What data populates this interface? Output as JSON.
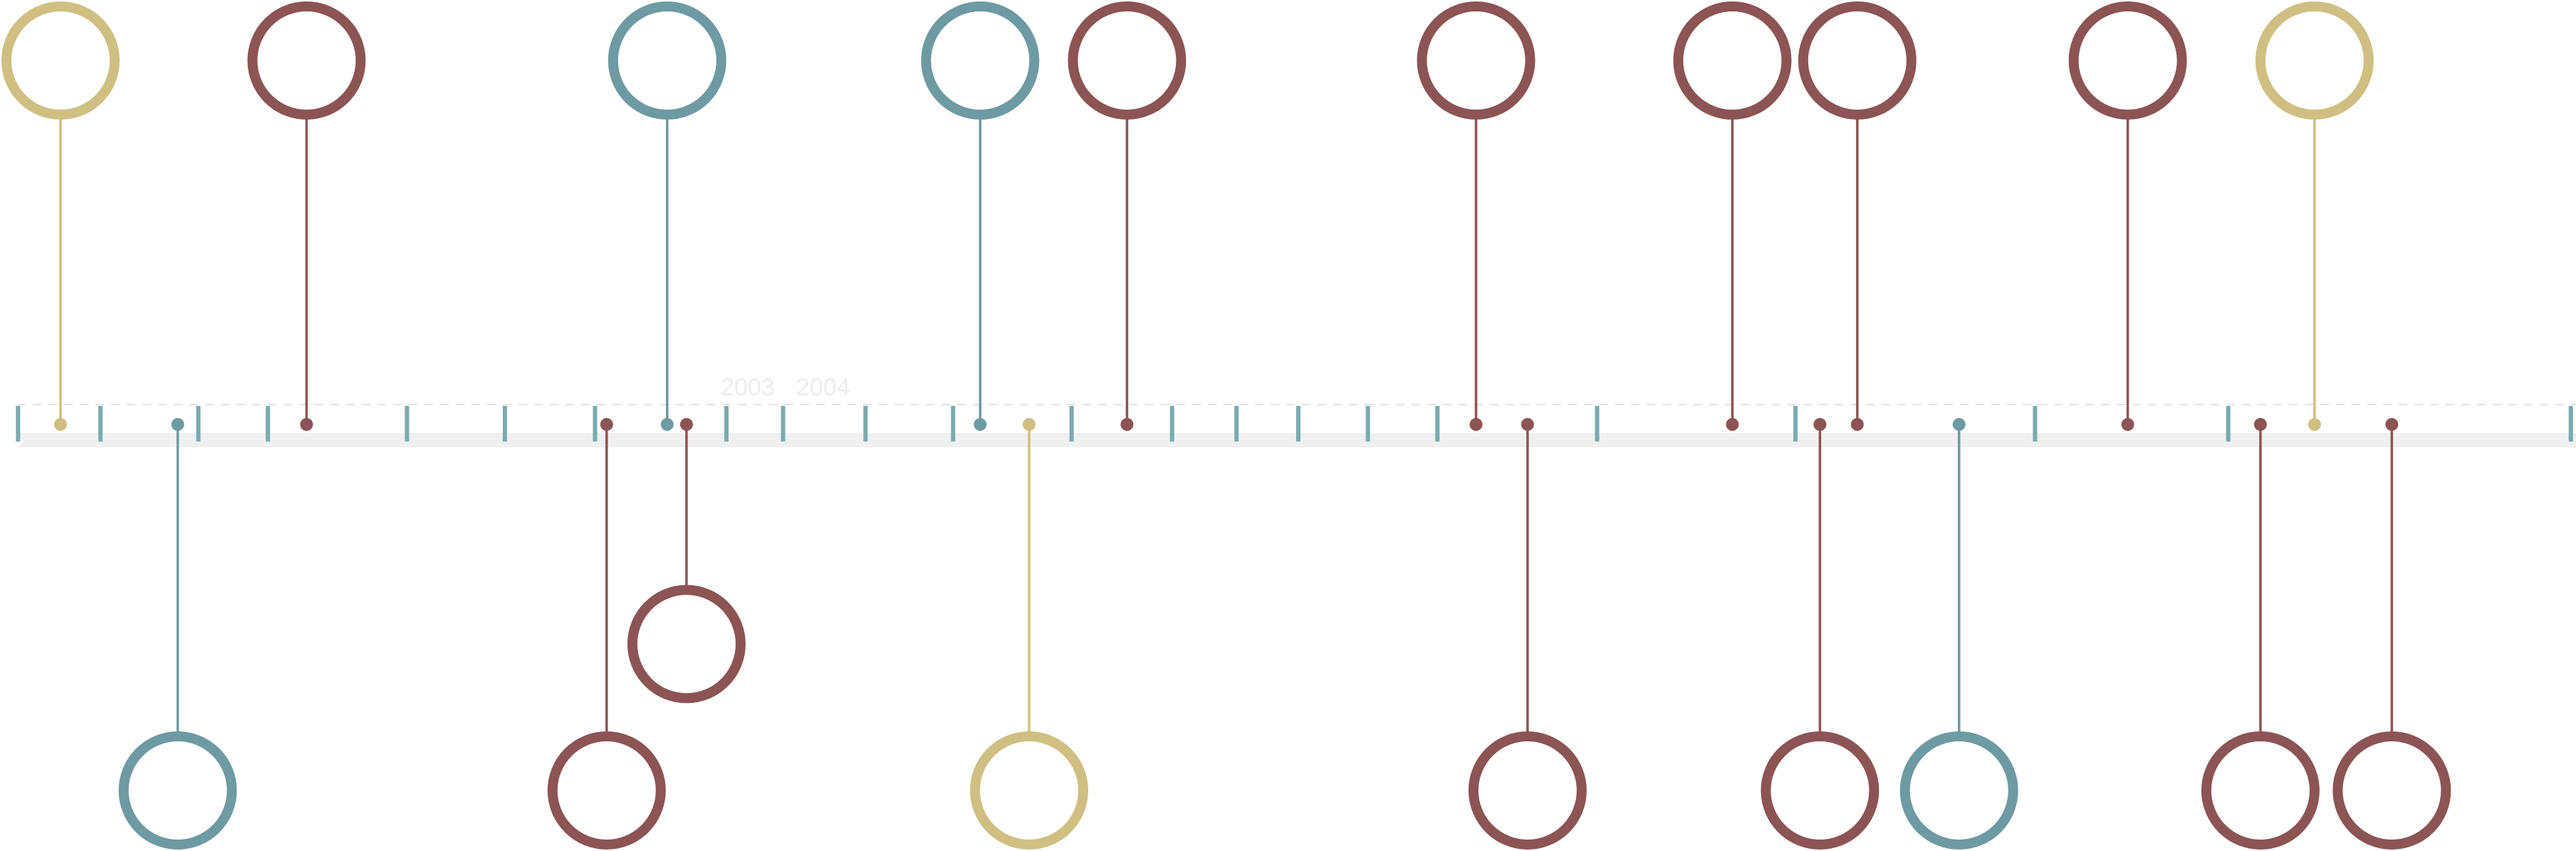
{
  "colors": {
    "maroon": "#8c5454",
    "teal": "#6e9aa3",
    "gold": "#d0bf82",
    "tick": "#7aabb0",
    "axis": "#f0f0f0",
    "dash": "#e3e3e3"
  },
  "year_labels": [
    "2003",
    "2004"
  ],
  "ticks": [
    0.007,
    0.039,
    0.077,
    0.104,
    0.158,
    0.196,
    0.231,
    0.282,
    0.304,
    0.336,
    0.37,
    0.416,
    0.455,
    0.48,
    0.504,
    0.531,
    0.558,
    0.62,
    0.697,
    0.79,
    0.865,
    0.998
  ],
  "events": [
    {
      "pos": 0.0235,
      "side": "up",
      "color": "gold",
      "level": 1
    },
    {
      "pos": 0.069,
      "side": "down",
      "color": "teal",
      "level": 1
    },
    {
      "pos": 0.119,
      "side": "up",
      "color": "maroon",
      "level": 1
    },
    {
      "pos": 0.2355,
      "side": "down",
      "color": "maroon",
      "level": 1
    },
    {
      "pos": 0.259,
      "side": "up",
      "color": "teal",
      "level": 1
    },
    {
      "pos": 0.2665,
      "side": "down",
      "color": "maroon",
      "level": 0.6
    },
    {
      "pos": 0.3805,
      "side": "up",
      "color": "teal",
      "level": 1
    },
    {
      "pos": 0.3995,
      "side": "down",
      "color": "gold",
      "level": 1
    },
    {
      "pos": 0.4375,
      "side": "up",
      "color": "maroon",
      "level": 1
    },
    {
      "pos": 0.573,
      "side": "up",
      "color": "maroon",
      "level": 1
    },
    {
      "pos": 0.593,
      "side": "down",
      "color": "maroon",
      "level": 1
    },
    {
      "pos": 0.6725,
      "side": "up",
      "color": "maroon",
      "level": 1
    },
    {
      "pos": 0.7065,
      "side": "down",
      "color": "maroon",
      "level": 1
    },
    {
      "pos": 0.721,
      "side": "up",
      "color": "maroon",
      "level": 1
    },
    {
      "pos": 0.7605,
      "side": "down",
      "color": "teal",
      "level": 1
    },
    {
      "pos": 0.826,
      "side": "up",
      "color": "maroon",
      "level": 1
    },
    {
      "pos": 0.8775,
      "side": "down",
      "color": "maroon",
      "level": 1
    },
    {
      "pos": 0.8985,
      "side": "up",
      "color": "gold",
      "level": 1
    },
    {
      "pos": 0.9285,
      "side": "down",
      "color": "maroon",
      "level": 1
    }
  ]
}
